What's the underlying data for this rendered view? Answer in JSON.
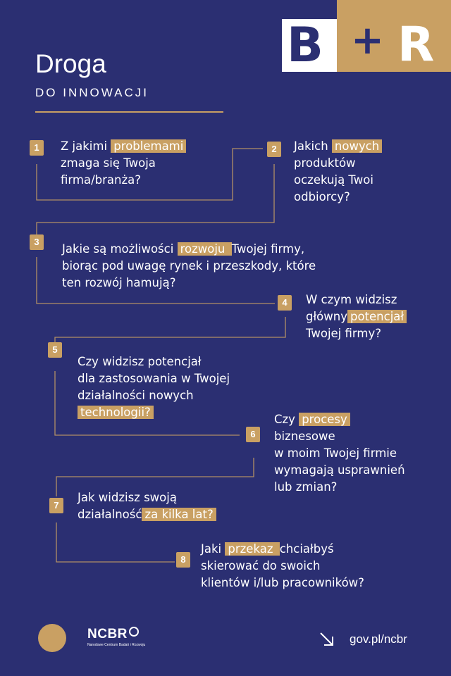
{
  "header": {
    "title": "Droga",
    "subtitle": "DO INNOWACJI"
  },
  "logo": {
    "left_letter": "B",
    "plus": "+",
    "right_letter": "R"
  },
  "colors": {
    "background": "#2b2f72",
    "accent": "#c9a063",
    "text": "#ffffff"
  },
  "steps": [
    {
      "number": "1",
      "lines": [
        [
          "Z jakimi ",
          {
            "hl": "problemami"
          }
        ],
        [
          "zmaga się Twoja"
        ],
        [
          "firma/branża?"
        ]
      ]
    },
    {
      "number": "2",
      "lines": [
        [
          "Jakich ",
          {
            "hl": "nowych"
          }
        ],
        [
          "produktów"
        ],
        [
          "oczekują Twoi"
        ],
        [
          "odbiorcy?"
        ]
      ]
    },
    {
      "number": "3",
      "lines": [
        [
          "Jakie są możliwości ",
          {
            "hl": "rozwoju "
          },
          " Twojej firmy,"
        ],
        [
          "biorąc pod uwagę rynek i przeszkody, które"
        ],
        [
          "ten rozwój hamują?"
        ]
      ]
    },
    {
      "number": "4",
      "lines": [
        [
          "W czym widzisz"
        ],
        [
          "główny",
          {
            "hl": "potencjał"
          }
        ],
        [
          "Twojej firmy?"
        ]
      ]
    },
    {
      "number": "5",
      "lines": [
        [
          "Czy widzisz potencjał"
        ],
        [
          "dla zastosowania w Twojej"
        ],
        [
          "działalności nowych"
        ],
        [
          {
            "hl": "technologii? "
          }
        ]
      ]
    },
    {
      "number": "6",
      "lines": [
        [
          "Czy ",
          {
            "hl": "procesy"
          }
        ],
        [
          "biznesowe"
        ],
        [
          "w moim Twojej firmie"
        ],
        [
          "wymagają usprawnień"
        ],
        [
          "lub zmian?"
        ]
      ]
    },
    {
      "number": "7",
      "lines": [
        [
          "Jak widzisz swoją"
        ],
        [
          "działalność",
          {
            "hl": "za kilka lat? "
          }
        ]
      ]
    },
    {
      "number": "8",
      "lines": [
        [
          "Jaki ",
          {
            "hl": "przekaz "
          },
          " chciałbyś"
        ],
        [
          "skierować do swoich"
        ],
        [
          "klientów i/lub pracowników?"
        ]
      ]
    }
  ],
  "footer": {
    "org_logo": "NCBR",
    "org_subtitle": "Narodowe Centrum Badań i Rozwoju",
    "url": "gov.pl/ncbr",
    "arrow_icon": "arrow-down-right-icon"
  }
}
